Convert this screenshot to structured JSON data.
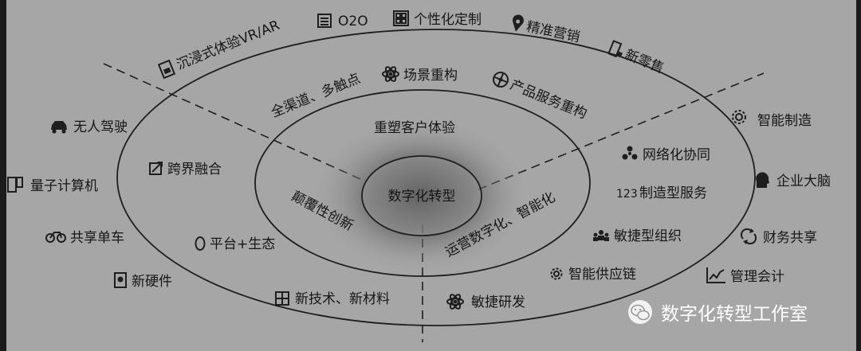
{
  "center": "数字化转型",
  "inner_ring": {
    "top": "重塑客户体验",
    "left": "颠覆性创新",
    "right": "运营数字化、智能化"
  },
  "outer_ring": [
    "全渠道、多触点",
    "场景重构",
    "产品服务重构",
    "跨界融合",
    "平台+生态",
    "新技术、新材料",
    "敏捷研发",
    "网络化协同",
    "制造型服务",
    "敏捷型组织",
    "智能供应链"
  ],
  "outside": [
    "O2O",
    "个性化定制",
    "精准营销",
    "新零售",
    "沉浸式体验VR/AR",
    "无人驾驶",
    "量子计算机",
    "共享单车",
    "新硬件",
    "智能制造",
    "企业大脑",
    "财务共享",
    "管理会计"
  ],
  "number_glyph": "123",
  "watermark": "数字化转型工作室",
  "colors": {
    "panel": "#a6a6a6",
    "frame": "#1b1b1b",
    "ink": "#161616",
    "center_glow": "#3a3a3a"
  }
}
